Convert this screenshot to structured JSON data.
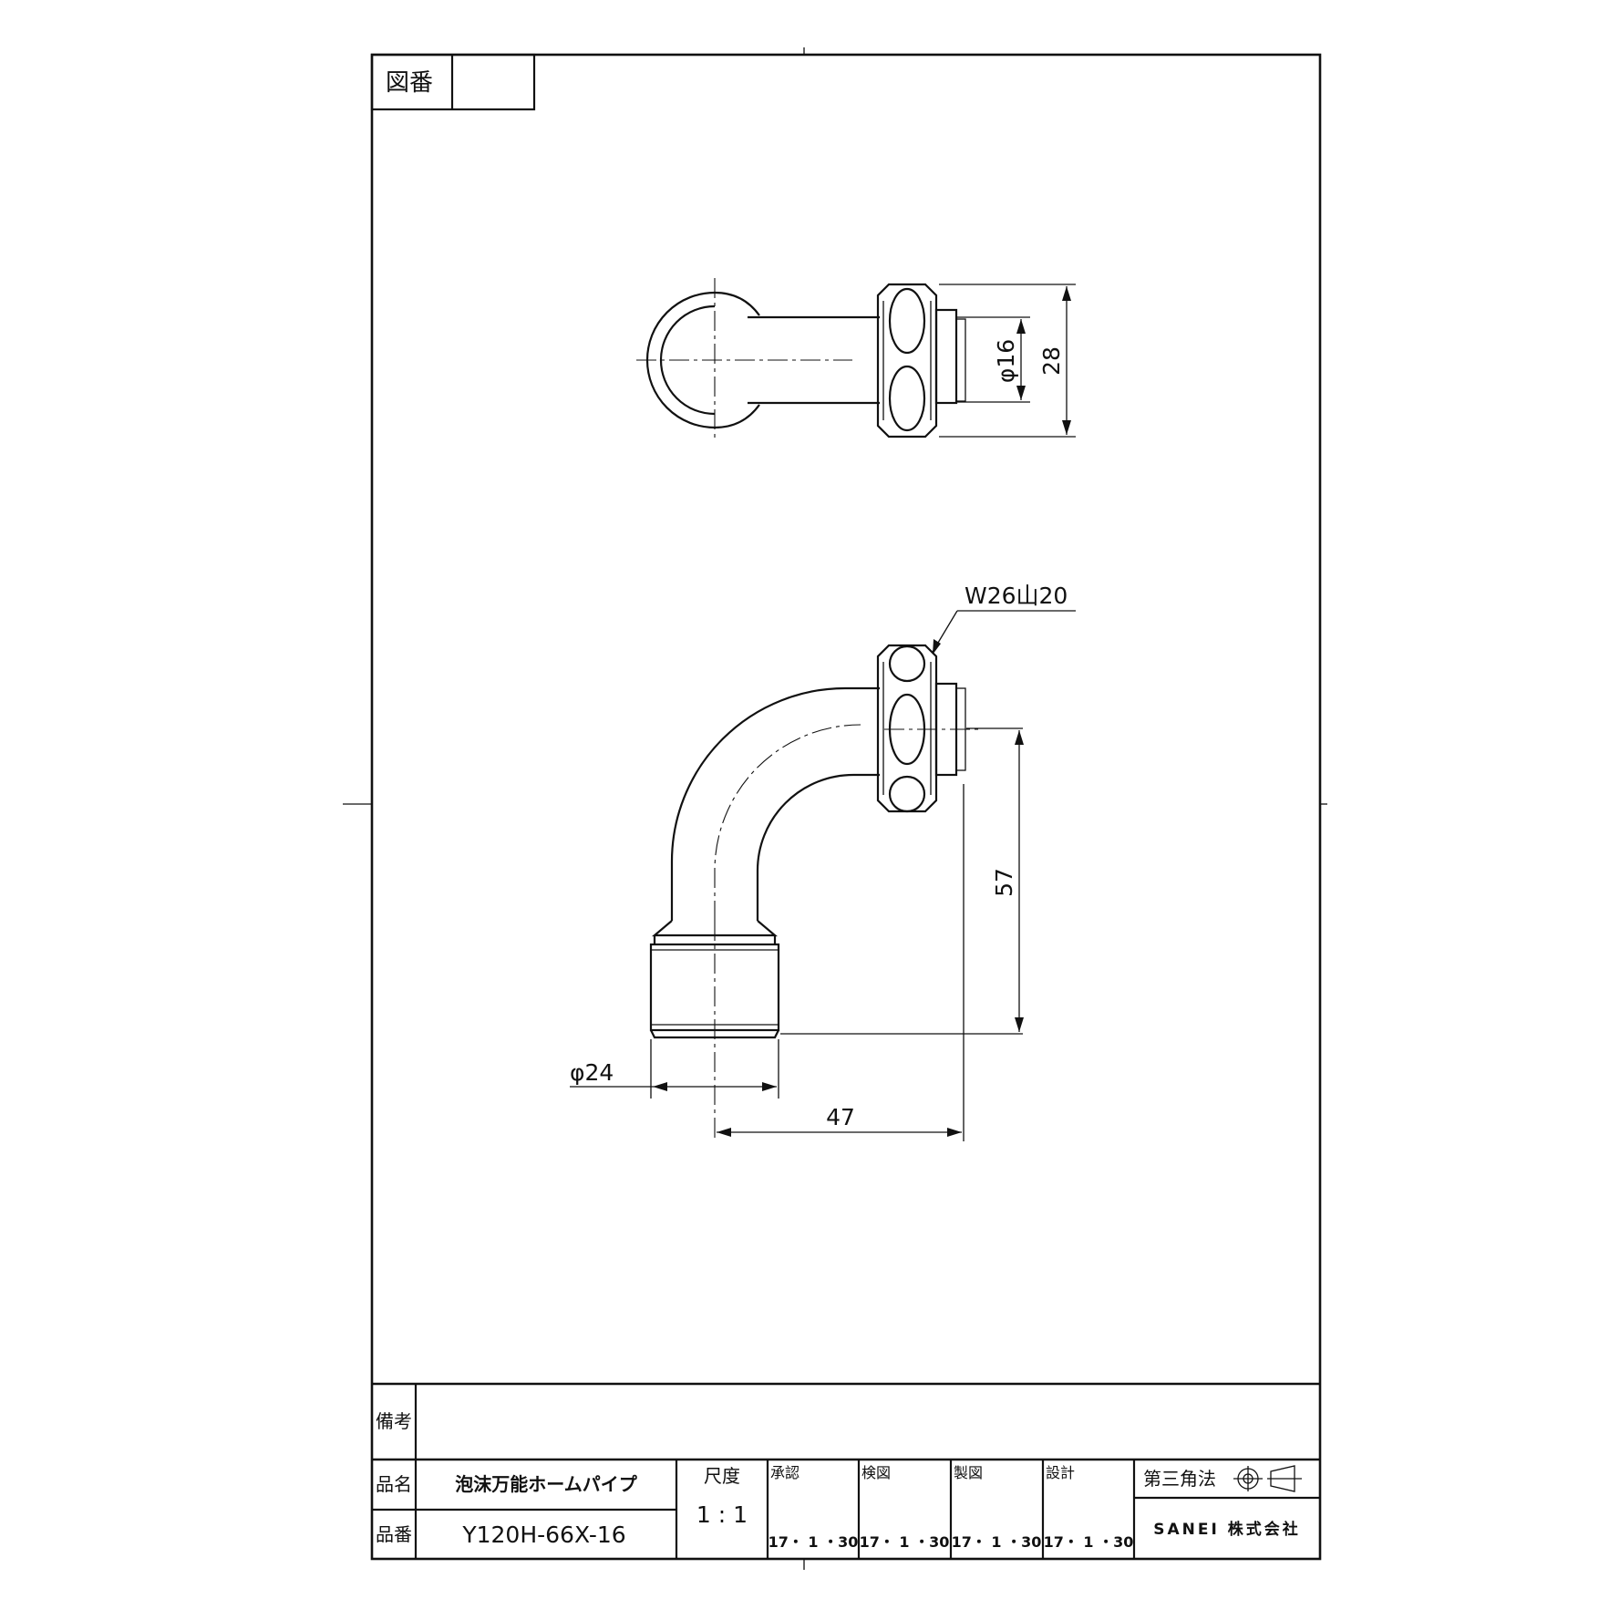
{
  "drawing_number_label": "図番",
  "drawing_number_value": "",
  "dimensions": {
    "top_view": {
      "dia": "φ16",
      "height": "28"
    },
    "front_view": {
      "thread": "W26山20",
      "height": "57",
      "dia": "φ24",
      "width": "47"
    }
  },
  "title_block": {
    "remarks_label": "備考",
    "remarks_value": "",
    "product_name_label": "品名",
    "product_name": "泡沫万能ホームパイプ",
    "part_number_label": "品番",
    "part_number": "Y120H-66X-16",
    "scale_label": "尺度",
    "scale": "1 : 1",
    "approval_label": "承認",
    "approval_date": "17・ 1 ・30",
    "check_label": "検図",
    "check_date": "17・ 1 ・30",
    "drawn_label": "製図",
    "drawn_date": "17・ 1 ・30",
    "design_label": "設計",
    "design_date": "17・ 1 ・30",
    "projection_label": "第三角法",
    "company": "SANEI 株式会社"
  }
}
